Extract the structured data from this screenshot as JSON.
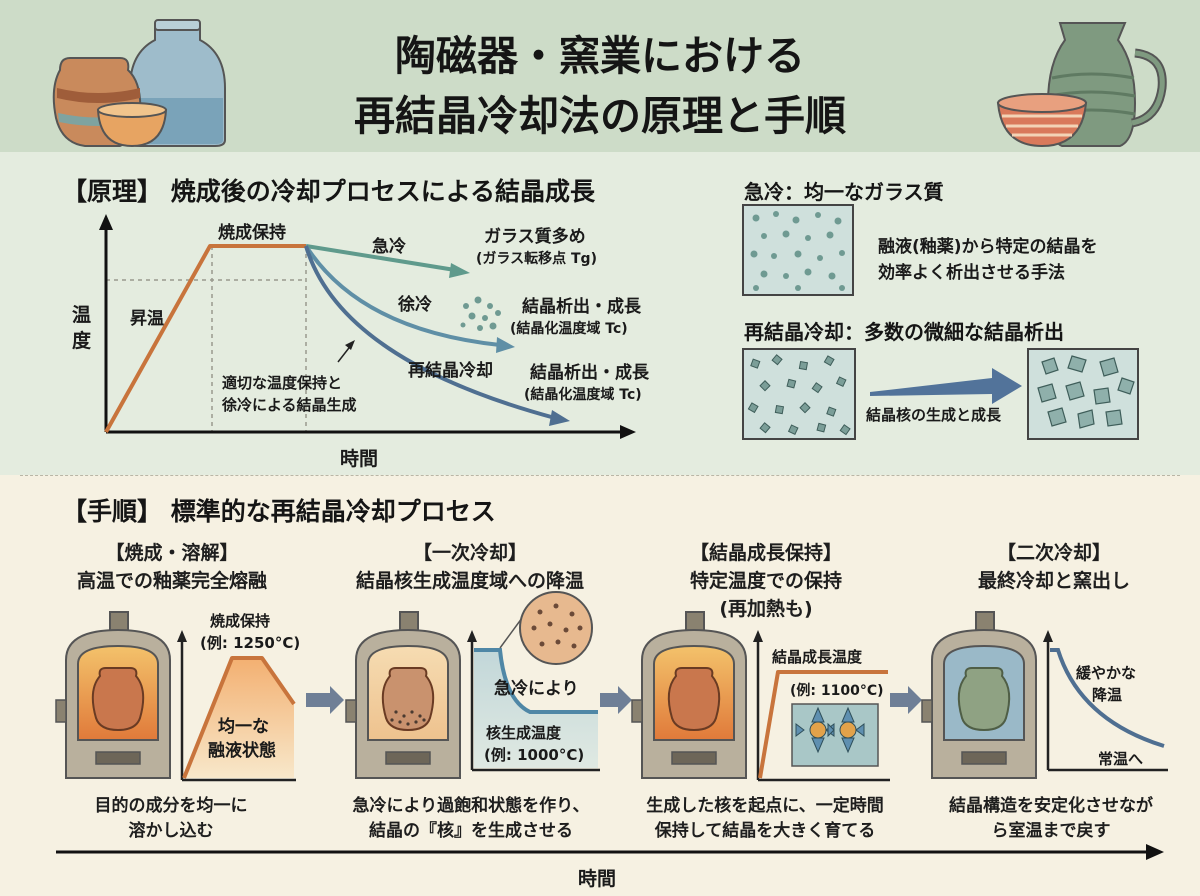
{
  "header": {
    "title_line1": "陶磁器・窯業における",
    "title_line2": "再結晶冷却法の原理と手順"
  },
  "principle": {
    "heading": "【原理】 焼成後の冷却プロセスによる結晶成長",
    "graph": {
      "y_axis_label_1": "温",
      "y_axis_label_2": "度",
      "x_axis_label": "時間",
      "stage_heating": "昇温",
      "stage_hold": "焼成保持",
      "curve_fast": "急冷",
      "curve_slow": "徐冷",
      "curve_recryst": "再結晶冷却",
      "result_glass_1": "ガラス質多め",
      "result_glass_2": "(ガラス転移点 Tg)",
      "result_slow_1": "結晶析出・成長",
      "result_slow_2": "(結晶化温度域 Tc)",
      "result_recryst_1": "結晶析出・成長",
      "result_recryst_2": "(結晶化温度域 Tc)",
      "annotation_1": "適切な温度保持と",
      "annotation_2": "徐冷による結晶生成"
    },
    "panel_fast": {
      "heading": "急冷：均一なガラス質",
      "desc_1": "融液(釉薬)から特定の結晶を",
      "desc_2": "効率よく析出させる手法"
    },
    "panel_recryst": {
      "heading": "再結晶冷却：多数の微細な結晶析出",
      "arrow_label": "結晶核の生成と成長"
    }
  },
  "procedure": {
    "heading": "【手順】 標準的な再結晶冷却プロセス",
    "steps": [
      {
        "title": "【焼成・溶解】",
        "subtitle": "高温での釉薬完全熔融",
        "graph_label_1": "焼成保持",
        "graph_label_2": "(例: 1250°C)",
        "graph_note_1": "均一な",
        "graph_note_2": "融液状態",
        "desc_1": "目的の成分を均一に",
        "desc_2": "溶かし込む"
      },
      {
        "title": "【一次冷却】",
        "subtitle": "結晶核生成温度域への降温",
        "graph_label_1": "急冷により",
        "graph_note_1": "核生成温度",
        "graph_note_2": "(例: 1000°C)",
        "desc_1": "急冷により過飽和状態を作り、",
        "desc_2": "結晶の『核』を生成させる"
      },
      {
        "title": "【結晶成長保持】",
        "subtitle": "特定温度での保持",
        "subtitle_2": "(再加熱も)",
        "graph_label_1": "結晶成長温度",
        "graph_label_2": "(例: 1100°C)",
        "desc_1": "生成した核を起点に、一定時間",
        "desc_2": "保持して結晶を大きく育てる"
      },
      {
        "title": "【二次冷却】",
        "subtitle": "最終冷却と窯出し",
        "graph_label_1": "緩やかな",
        "graph_label_2": "降温",
        "graph_note_1": "常温へ",
        "desc_1": "結晶構造を安定化させなが",
        "desc_2": "ら室温まで戻す"
      }
    ],
    "timeline_label": "時間"
  },
  "colors": {
    "header_bg": "#cddcc8",
    "principle_bg": "#e4ecdf",
    "procedure_bg": "#f6f1e2",
    "heat_curve": "#c8743c",
    "fast_curve": "#5f9a8c",
    "slow_curve": "#5f8fa6",
    "recryst_curve": "#4f6f91",
    "kiln": "#8a8270"
  }
}
